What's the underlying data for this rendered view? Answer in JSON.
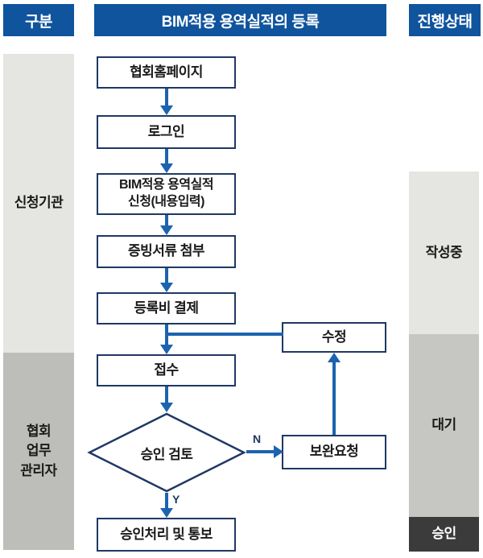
{
  "header": {
    "left_label": "구분",
    "center_label": "BIM적용 용역실적의 등록",
    "right_label": "진행상태"
  },
  "left_lane": {
    "applicant_label": "신청기관",
    "admin_label": "협회\n업무\n관리자"
  },
  "right_lane": {
    "writing_label": "작성중",
    "waiting_label": "대기",
    "approved_label": "승인"
  },
  "nodes": {
    "homepage": "협회홈페이지",
    "login": "로그인",
    "apply": "BIM적용 용역실적\n신청(내용입력)",
    "attach": "증빙서류 첨부",
    "payment": "등록비 결제",
    "receipt": "접수",
    "review": "승인 검토",
    "approve_notify": "승인처리 및 통보",
    "edit": "수정",
    "supplement": "보완요청"
  },
  "branch_labels": {
    "yes": "Y",
    "no": "N"
  },
  "colors": {
    "header_bg": "#0F549D",
    "arrow": "#1C63AF",
    "box_border": "#1F3864",
    "lane_light": "#E5E5E1",
    "lane_mid": "#BDBDB9",
    "status_waiting": "#C6C6C2",
    "status_approved_bg": "#3B3B3B",
    "text": "#1A1A1A"
  }
}
